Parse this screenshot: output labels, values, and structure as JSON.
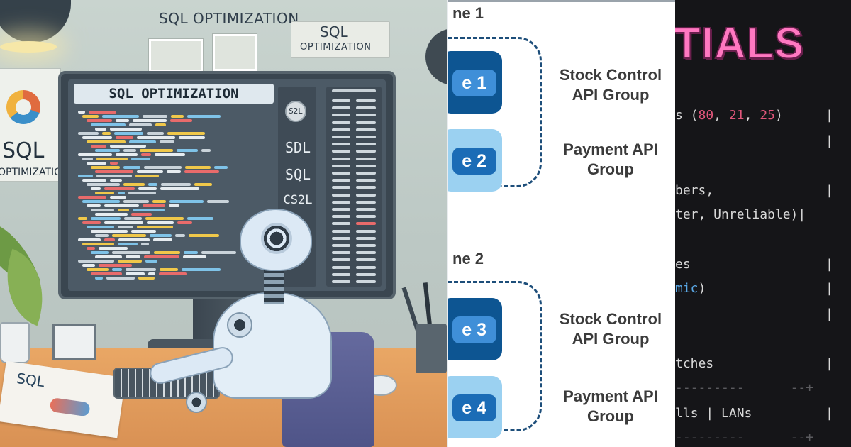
{
  "left_panel": {
    "wall_sign": "SQL OPTIMIZATION",
    "wall_poster": {
      "line1": "SQL",
      "line2": "OPTIMIZATION"
    },
    "side_poster": {
      "line1": "SQL",
      "line2": "OPTIMIZATION"
    },
    "screen_title": "SQL OPTIMIZATION",
    "side_badge": "S2L",
    "side_column": [
      "SDL",
      "SQL",
      "CS2L"
    ],
    "paper_text": "SQL",
    "colors": {
      "wall": "#c9d4cf",
      "desk": "#e9a765",
      "screen": "#4c5a66",
      "chair": "#5b6093"
    }
  },
  "middle_panel": {
    "zones": [
      {
        "title": "ne 1",
        "groups": [
          {
            "box": "e 1",
            "label_line1": "Stock Control",
            "label_line2": "API Group",
            "style": "dark"
          },
          {
            "box": "e 2",
            "label_line1": "Payment API",
            "label_line2": "Group",
            "style": "light"
          }
        ]
      },
      {
        "title": "ne 2",
        "groups": [
          {
            "box": "e 3",
            "label_line1": "Stock Control",
            "label_line2": "API Group",
            "style": "dark"
          },
          {
            "box": "e 4",
            "label_line1": "Payment API",
            "label_line2": "Group",
            "style": "light"
          }
        ]
      }
    ],
    "colors": {
      "dark_box": "#0d5592",
      "light_box": "#9bd1f1",
      "dash": "#1d4e7a"
    }
  },
  "right_panel": {
    "banner": "TIALS",
    "ports_prefix": "s (",
    "ports": [
      "80",
      "21",
      "25"
    ],
    "ports_suffix": ")",
    "line_bers": "bers,",
    "line_unreliable": "ter, Unreliable)",
    "line_es": "es",
    "line_mic": "mic",
    "line_mic_suffix": ")",
    "line_tches": "tches",
    "line_lans": "lls | LANs",
    "pipe": "|",
    "dashes": "---------",
    "dash_end": "--+",
    "colors": {
      "background": "#151518",
      "banner": "#ff78c1",
      "number": "#e0567a",
      "keyword": "#5aa8e6"
    }
  }
}
